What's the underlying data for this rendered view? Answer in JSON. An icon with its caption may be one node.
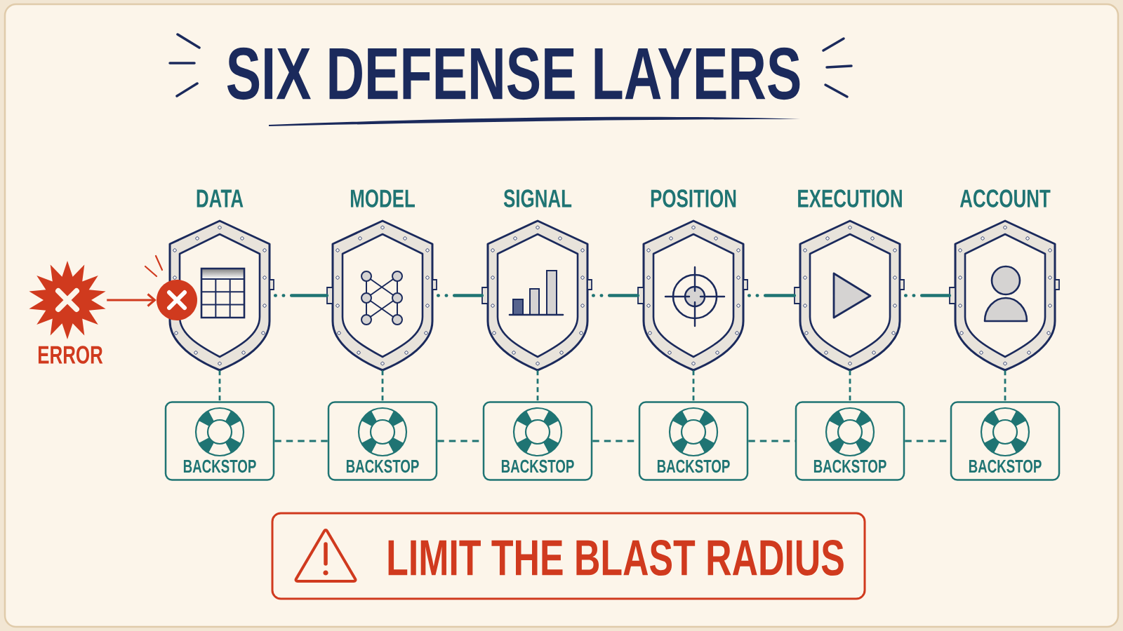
{
  "diagram": {
    "title": "SIX DEFENSE LAYERS",
    "nodes": [
      {
        "text": [
          "ERROR"
        ]
      },
      {
        "text": [],
        "shape": "circle"
      },
      {
        "text": [
          "DATA"
        ]
      },
      {
        "text": [
          "MODEL"
        ]
      },
      {
        "text": [
          "SIGNAL"
        ]
      },
      {
        "text": [
          "POSITION"
        ]
      },
      {
        "text": [
          "EXECUTION"
        ]
      },
      {
        "text": [
          "ACCOUNT"
        ]
      },
      {
        "text": [
          "BACKSTOP"
        ]
      },
      {
        "text": [
          "BACKSTOP"
        ]
      },
      {
        "text": [
          "BACKSTOP"
        ]
      },
      {
        "text": [
          "BACKSTOP"
        ]
      },
      {
        "text": [
          "BACKSTOP"
        ]
      },
      {
        "text": [
          "BACKSTOP"
        ]
      },
      {
        "text": [
          "LIMIT THE BLAST RADIUS"
        ]
      }
    ],
    "edges": [
      {
        "from": 0,
        "to": 1,
        "arrow": "to",
        "color": "#d03a1e"
      },
      {
        "from": 2,
        "to": 3,
        "arrow": "none",
        "style": "dashed"
      },
      {
        "from": 3,
        "to": 4,
        "arrow": "none",
        "style": "dashed"
      },
      {
        "from": 4,
        "to": 5,
        "arrow": "none",
        "style": "dashed"
      },
      {
        "from": 5,
        "to": 6,
        "arrow": "none",
        "style": "dashed"
      },
      {
        "from": 6,
        "to": 7,
        "arrow": "none",
        "style": "dashed"
      },
      {
        "from": 2,
        "to": 8,
        "arrow": "none",
        "style": "dashed"
      },
      {
        "from": 3,
        "to": 9,
        "arrow": "none",
        "style": "dashed"
      },
      {
        "from": 4,
        "to": 10,
        "arrow": "none",
        "style": "dashed"
      },
      {
        "from": 5,
        "to": 11,
        "arrow": "none",
        "style": "dashed"
      },
      {
        "from": 6,
        "to": 12,
        "arrow": "none",
        "style": "dashed"
      },
      {
        "from": 7,
        "to": 13,
        "arrow": "none",
        "style": "dashed"
      },
      {
        "from": 8,
        "to": 9,
        "arrow": "none",
        "style": "dashed"
      },
      {
        "from": 9,
        "to": 10,
        "arrow": "none",
        "style": "dashed"
      },
      {
        "from": 10,
        "to": 11,
        "arrow": "none",
        "style": "dashed"
      },
      {
        "from": 11,
        "to": 12,
        "arrow": "none",
        "style": "dashed"
      },
      {
        "from": 12,
        "to": 13,
        "arrow": "none",
        "style": "dashed"
      }
    ]
  }
}
